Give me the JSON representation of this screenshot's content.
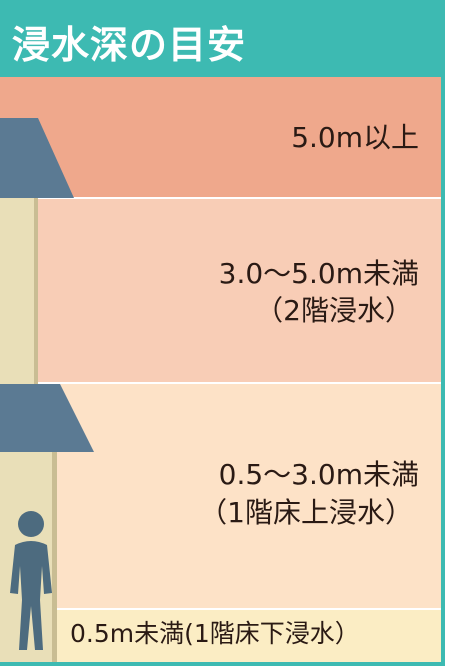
{
  "header": {
    "title": "浸水深の目安"
  },
  "levels": [
    {
      "line1": "5.0m以上",
      "line2": ""
    },
    {
      "line1": "3.0〜5.0m未満",
      "line2": "（2階浸水）"
    },
    {
      "line1": "0.5〜3.0m未満",
      "line2": "（1階床上浸水）"
    },
    {
      "line1": "0.5m未満(1階床下浸水）",
      "line2": ""
    }
  ],
  "colors": {
    "header": "#3dbab2",
    "level_5m_plus": "#efa88c",
    "level_3_5m": "#f8cdb6",
    "level_05_3m": "#fde2c7",
    "level_under_05m": "#fbedc4",
    "roof": "#5b7a93",
    "wall": "#e9dfb8",
    "person": "#4d6b7f"
  }
}
